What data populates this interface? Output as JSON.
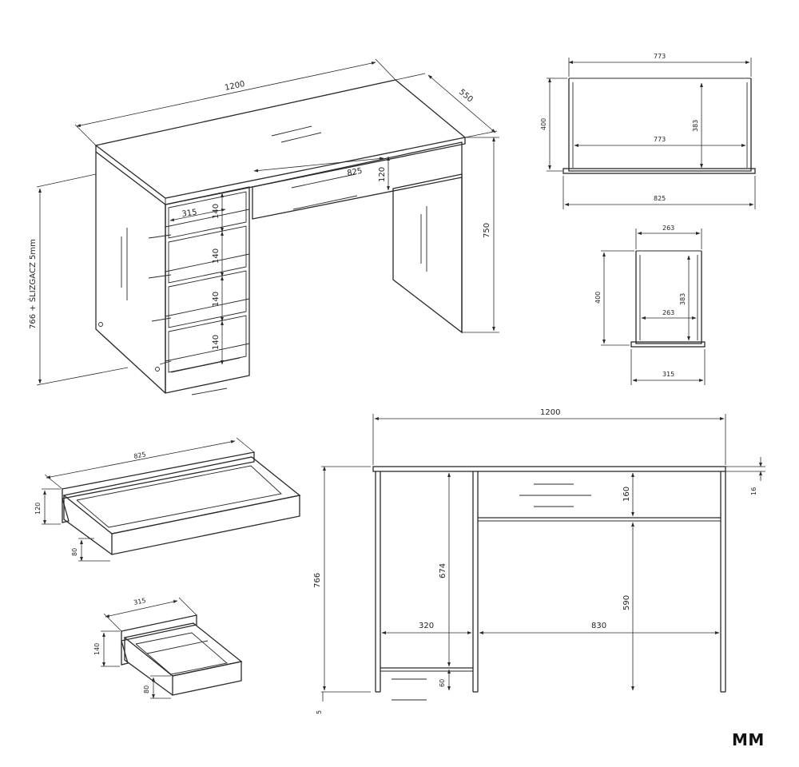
{
  "brand": "MM",
  "iso_view": {
    "width": "1200",
    "depth": "550",
    "height": "750",
    "total_height": "766 + ŚLIZGACZ 5mm",
    "top_drawer_width": "825",
    "top_drawer_height": "120",
    "drawer_width": "315",
    "drawer_heights": [
      "140",
      "140",
      "140",
      "140"
    ]
  },
  "large_drawer_plan": {
    "outer_width": "773",
    "depth": "400",
    "inner_depth": "383",
    "inner_width": "773",
    "front_width": "825"
  },
  "small_drawer_plan": {
    "outer_width": "263",
    "depth": "400",
    "inner_depth": "383",
    "inner_width": "263",
    "front_width": "315"
  },
  "large_drawer_iso": {
    "width": "825",
    "front_height": "120",
    "side_height": "80"
  },
  "small_drawer_iso": {
    "width": "315",
    "front_height": "140",
    "side_height": "80"
  },
  "front_view": {
    "width": "1200",
    "height": "766",
    "top_thickness": "16",
    "drawer_height": "160",
    "left_height": "674",
    "leg_height": "590",
    "left_width": "320",
    "right_width": "830",
    "bottom_drawer": "60",
    "glide": "5"
  }
}
